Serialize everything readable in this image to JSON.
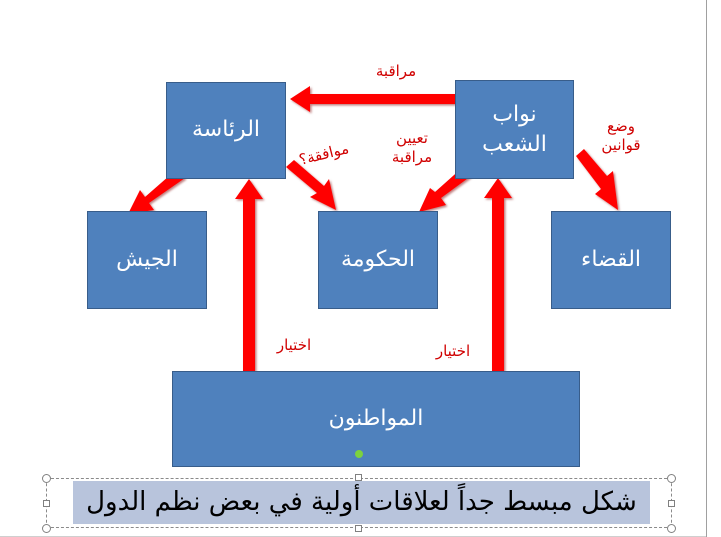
{
  "diagram": {
    "nodes": {
      "presidency": "الرئاسة",
      "parliament_line1": "نواب",
      "parliament_line2": "الشعب",
      "army": "الجيش",
      "government": "الحكومة",
      "judiciary": "القضاء",
      "citizens": "المواطنون"
    },
    "labels": {
      "monitoring": "مراقبة",
      "approval": "موافقة؟",
      "appoint_line1": "تعيين",
      "appoint_line2": "مراقبة",
      "legislate_line1": "وضع",
      "legislate_line2": "قوانين",
      "choice_left": "اختيار",
      "choice_right": "اختيار"
    },
    "colors": {
      "node_fill": "#4f81bd",
      "node_border": "#385d8a",
      "arrow": "#ff0000",
      "label": "#d00000"
    }
  },
  "caption": "شكل مبسط جداً لعلاقات أولية في بعض نظم الدول"
}
